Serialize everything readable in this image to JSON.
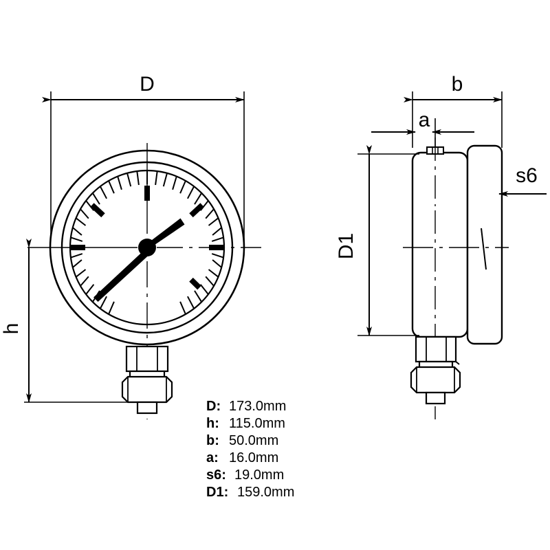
{
  "drawing": {
    "title": "pressure-gauge-dimension-drawing",
    "stroke_color": "#000000",
    "fill_color": "#ffffff",
    "background": "#ffffff"
  },
  "dimension_labels": {
    "d": "D",
    "h": "h",
    "b": "b",
    "a": "a",
    "s6": "s6",
    "d1": "D1"
  },
  "specs": [
    {
      "key": "D:",
      "value": "173.0mm"
    },
    {
      "key": "h:",
      "value": "115.0mm"
    },
    {
      "key": "b:",
      "value": "50.0mm"
    },
    {
      "key": "a:",
      "value": "16.0mm"
    },
    {
      "key": "s6:",
      "value": "19.0mm"
    },
    {
      "key": "D1:",
      "value": "159.0mm"
    }
  ]
}
